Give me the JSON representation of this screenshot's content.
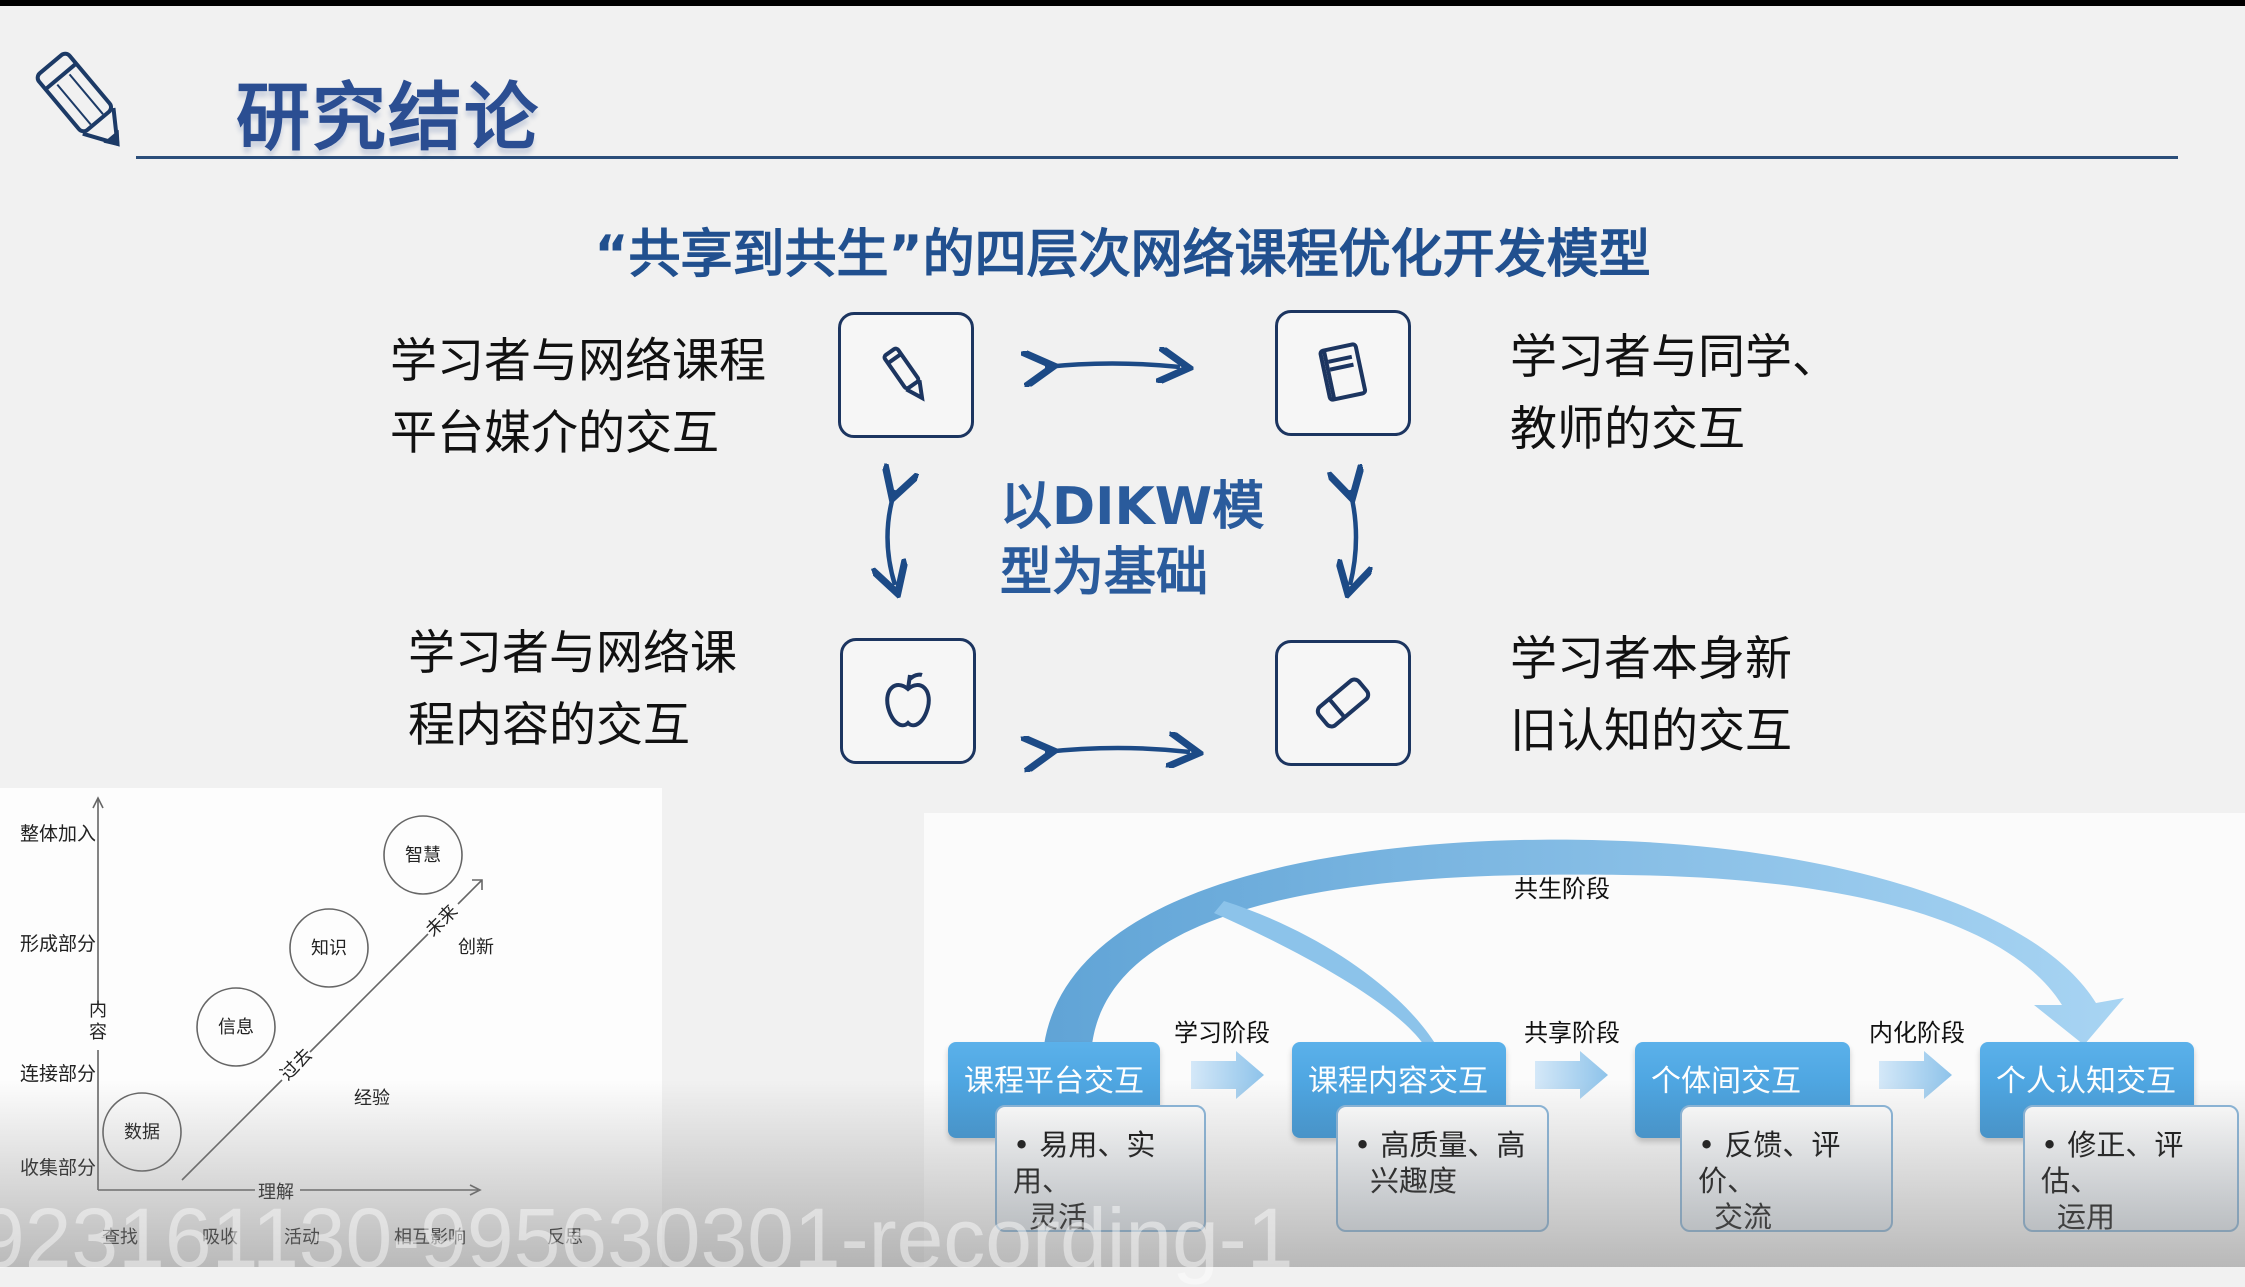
{
  "slide": {
    "title": "研究结论",
    "subtitle": "“共享到共生”的四层次网络课程优化开发模型",
    "interactions": {
      "top_left": [
        "学习者与网络课程",
        "平台媒介的交互"
      ],
      "top_right": [
        "学习者与同学、",
        "教师的交互"
      ],
      "bottom_left": [
        "学习者与网络课",
        "程内容的交互"
      ],
      "bottom_right": [
        "学习者本身新",
        "旧认知的交互"
      ]
    },
    "center": [
      "以DIKW模",
      "型为基础"
    ],
    "icons": [
      "pencil-icon",
      "book-icon",
      "apple-icon",
      "eraser-icon"
    ],
    "accent_color": "#2b4e92"
  },
  "dikw": {
    "y_levels": [
      "整体加入",
      "形成部分",
      "连接部分",
      "收集部分"
    ],
    "y_axis": "内容",
    "x_axis": "理解",
    "circles": [
      "数据",
      "信息",
      "知识",
      "智慧"
    ],
    "diag_labels": {
      "past": "过去",
      "future": "未来"
    },
    "side_labels": {
      "innovation": "创新",
      "experience": "经验"
    },
    "x_steps": [
      "查找",
      "吸收",
      "活动",
      "相互影响",
      "反思"
    ]
  },
  "flow": {
    "top_stage": "共生阶段",
    "stages": [
      "学习阶段",
      "共享阶段",
      "内化阶段"
    ],
    "boxes": [
      {
        "title": "课程平台交互",
        "detail": [
          "• 易用、实用、",
          "灵活"
        ]
      },
      {
        "title": "课程内容交互",
        "detail": [
          "• 高质量、高",
          "兴趣度"
        ]
      },
      {
        "title": "个体间交互",
        "detail": [
          "• 反馈、评价、",
          "交流"
        ]
      },
      {
        "title": "个人认知交互",
        "detail": [
          "• 修正、评估、",
          "运用"
        ]
      }
    ]
  },
  "watermark": "923161130-995630301-recording-1"
}
